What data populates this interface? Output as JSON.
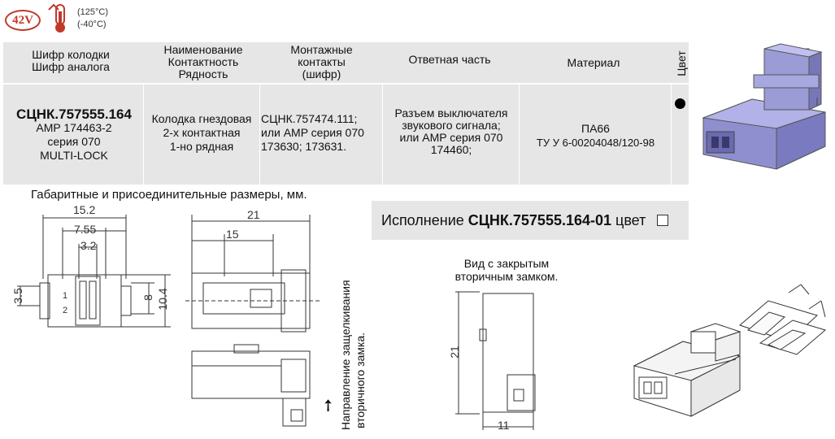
{
  "badges": {
    "voltage": "42V",
    "temp_high": "(125°C)",
    "temp_low": "(-40°C)"
  },
  "table": {
    "headers": {
      "col1": [
        "Шифр колодки",
        "Шифр аналога"
      ],
      "col2": [
        "Наименование",
        "Контактность",
        "Рядность"
      ],
      "col3": [
        "Монтажные",
        "контакты",
        "(шифр)"
      ],
      "col4": "Ответная часть",
      "col5": "Материал",
      "col6": "Цвет"
    },
    "row": {
      "code": "СЦНК.757555.164",
      "analog": [
        "AMP 174463-2",
        "серия 070",
        "MULTI-LOCK"
      ],
      "name": [
        "Колодка гнездовая",
        "2-х контактная",
        "1-но рядная"
      ],
      "contacts": [
        "СЦНК.757474.111;",
        "или AMP серия 070",
        "173630; 173631."
      ],
      "mate": [
        "Разъем выключателя",
        "звукового сигнала;",
        "или AMP серия 070",
        "174460;"
      ],
      "material": "ПА66",
      "material_spec": "ТУ У 6-00204048/120-98"
    }
  },
  "dims_title": "Габаритные и присоединительные размеры, мм.",
  "variant": {
    "prefix": "Исполнение ",
    "code": "СЦНК.757555.164-01",
    "suffix": " цвет"
  },
  "closed_view": [
    "Вид с закрытым",
    "вторичным замком."
  ],
  "lock_direction": [
    "Направление защелкивания",
    "вторичного замка."
  ],
  "dimensions": {
    "w152": "15.2",
    "w755": "7.55",
    "w32": "3.2",
    "h35": "3.5",
    "h8": "8",
    "h104": "10.4",
    "pin1": "1",
    "pin2": "2",
    "l21": "21",
    "l15": "15",
    "h21": "21",
    "w11": "11"
  }
}
